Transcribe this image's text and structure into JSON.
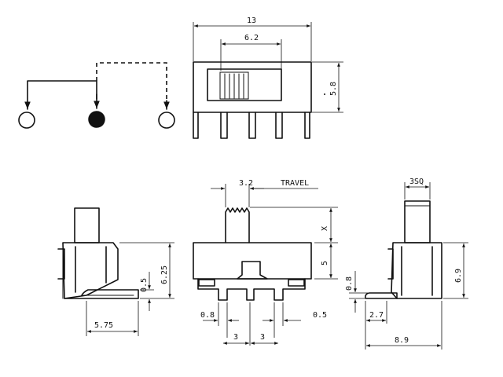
{
  "front_view": {
    "overall_width": "13",
    "slot_width": "6.2",
    "height": "5.8"
  },
  "terminal_view": {
    "travel_dim": "3.2",
    "travel_label": "TRAVEL",
    "x_label": "X",
    "body_height": "5",
    "pin_width_left": "0.8",
    "pin_width_right": "0.5",
    "pitch_left": "3",
    "pitch_right": "3"
  },
  "left_side_view": {
    "height": "6.25",
    "pin_thickness": "0.5",
    "depth": "5.75"
  },
  "right_side_view": {
    "actuator": "3SQ",
    "height": "6.9",
    "pin_thickness": "0.8",
    "pin_length": "2.7",
    "depth": "8.9"
  },
  "colors": {
    "line": "#111111",
    "background": "#ffffff"
  }
}
